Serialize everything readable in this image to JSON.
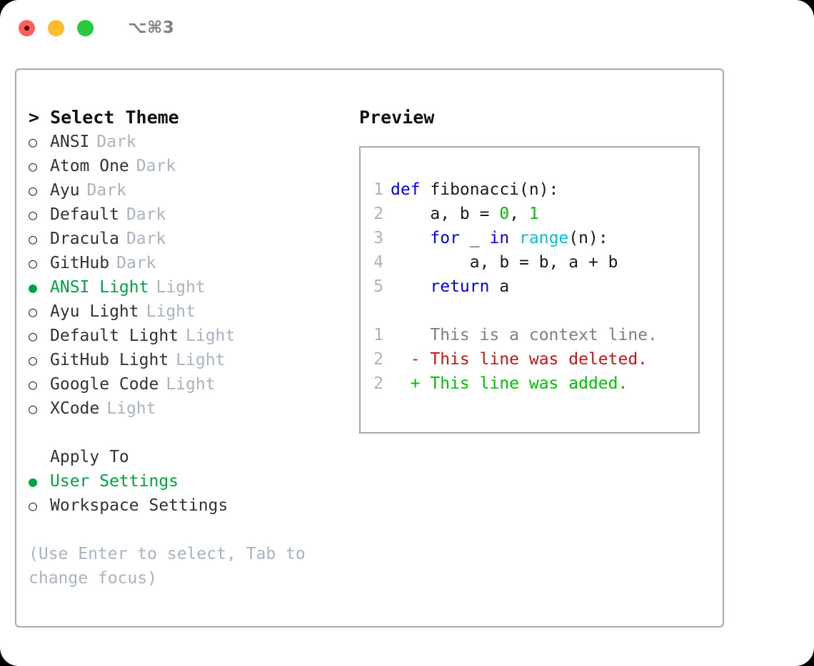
{
  "titlebar": {
    "shortcut": "⌥⌘3",
    "buttons": [
      {
        "name": "close",
        "color": "#ff5f57"
      },
      {
        "name": "minimize",
        "color": "#febc2e"
      },
      {
        "name": "maximize",
        "color": "#28c840"
      }
    ]
  },
  "colors": {
    "accent_green": "#00a33f",
    "muted": "#a8b3c2",
    "border": "#a0aab8",
    "keyword_blue": "#0000ee",
    "function_cyan": "#00c4d4",
    "number_green": "#00c000",
    "diff_delete_red": "#cc1414",
    "diff_add_green": "#00c000",
    "text": "#2f3338"
  },
  "theme_panel": {
    "title": "> Select Theme",
    "selected_bullet": "●",
    "unselected_bullet": "○",
    "options": [
      {
        "label": "ANSI",
        "suffix": "Dark",
        "selected": false
      },
      {
        "label": "Atom One",
        "suffix": "Dark",
        "selected": false
      },
      {
        "label": "Ayu",
        "suffix": "Dark",
        "selected": false
      },
      {
        "label": "Default",
        "suffix": "Dark",
        "selected": false
      },
      {
        "label": "Dracula",
        "suffix": "Dark",
        "selected": false
      },
      {
        "label": "GitHub",
        "suffix": "Dark",
        "selected": false
      },
      {
        "label": "ANSI Light",
        "suffix": "Light",
        "selected": true
      },
      {
        "label": "Ayu Light",
        "suffix": "Light",
        "selected": false
      },
      {
        "label": "Default Light",
        "suffix": "Light",
        "selected": false
      },
      {
        "label": "GitHub Light",
        "suffix": "Light",
        "selected": false
      },
      {
        "label": "Google Code",
        "suffix": "Light",
        "selected": false
      },
      {
        "label": "XCode",
        "suffix": "Light",
        "selected": false
      }
    ]
  },
  "apply_to": {
    "title": "Apply To",
    "options": [
      {
        "label": "User Settings",
        "selected": true
      },
      {
        "label": "Workspace Settings",
        "selected": false
      }
    ]
  },
  "hint": "(Use Enter to select, Tab to change focus)",
  "preview": {
    "title": "Preview",
    "code_lines": [
      {
        "number": "1",
        "tokens": [
          {
            "text": "def ",
            "type": "kw"
          },
          {
            "text": "fibonacci(n):",
            "type": "plain"
          }
        ]
      },
      {
        "number": "2",
        "tokens": [
          {
            "text": "    a, b = ",
            "type": "plain"
          },
          {
            "text": "0",
            "type": "num"
          },
          {
            "text": ", ",
            "type": "plain"
          },
          {
            "text": "1",
            "type": "num"
          }
        ]
      },
      {
        "number": "3",
        "tokens": [
          {
            "text": "    ",
            "type": "plain"
          },
          {
            "text": "for",
            "type": "kw"
          },
          {
            "text": " _ ",
            "type": "plain"
          },
          {
            "text": "in",
            "type": "kw"
          },
          {
            "text": " ",
            "type": "plain"
          },
          {
            "text": "range",
            "type": "fn"
          },
          {
            "text": "(n):",
            "type": "plain"
          }
        ]
      },
      {
        "number": "4",
        "tokens": [
          {
            "text": "        a, b = b, a + b",
            "type": "plain"
          }
        ]
      },
      {
        "number": "5",
        "tokens": [
          {
            "text": "    ",
            "type": "plain"
          },
          {
            "text": "return",
            "type": "kw"
          },
          {
            "text": " a",
            "type": "plain"
          }
        ]
      }
    ],
    "diff_lines": [
      {
        "number": "1",
        "marker": "  ",
        "text": "This is a context line.",
        "kind": "ctx"
      },
      {
        "number": "2",
        "marker": "- ",
        "text": "This line was deleted.",
        "kind": "del"
      },
      {
        "number": "2",
        "marker": "+ ",
        "text": "This line was added.",
        "kind": "add"
      }
    ]
  }
}
